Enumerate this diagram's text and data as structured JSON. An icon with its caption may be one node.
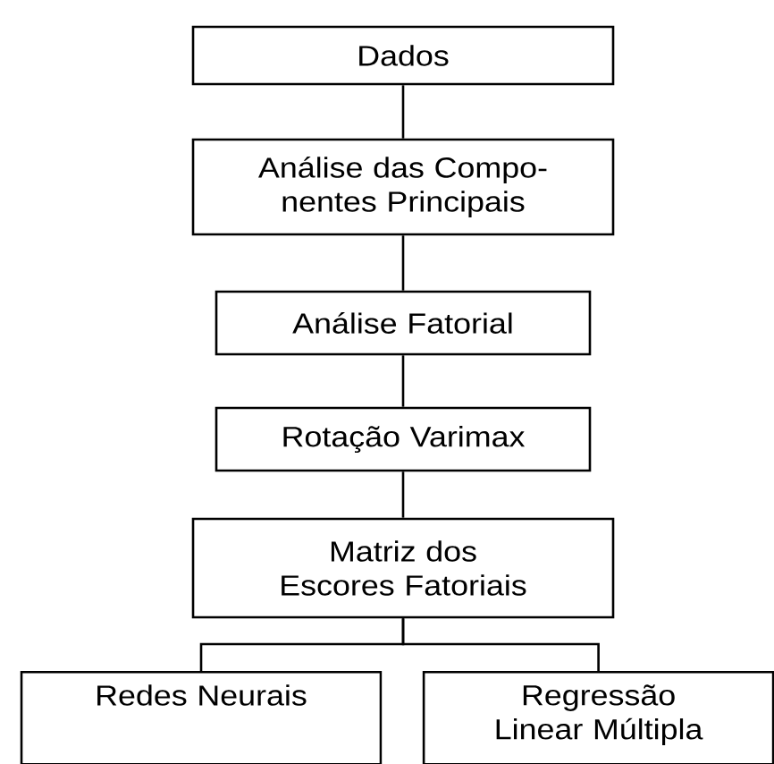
{
  "diagram": {
    "nodes": [
      {
        "text": [
          "Dados"
        ]
      },
      {
        "text": [
          "Análise das Compo- nentes Principais"
        ]
      },
      {
        "text": [
          "Análise Fatorial"
        ]
      },
      {
        "text": [
          "Rotação Varimax"
        ]
      },
      {
        "text": [
          "Matriz dos Escores Fatoriais"
        ]
      },
      {
        "text": [
          "Redes Neurais"
        ]
      },
      {
        "text": [
          "Regressão Linear Múltipla"
        ]
      }
    ],
    "edges": [
      {
        "from": 0,
        "to": 1,
        "arrow": "none"
      },
      {
        "from": 1,
        "to": 2,
        "arrow": "none"
      },
      {
        "from": 2,
        "to": 3,
        "arrow": "none"
      },
      {
        "from": 3,
        "to": 4,
        "arrow": "none"
      },
      {
        "from": 4,
        "to": 5,
        "arrow": "none"
      },
      {
        "from": 4,
        "to": 6,
        "arrow": "none"
      }
    ]
  }
}
